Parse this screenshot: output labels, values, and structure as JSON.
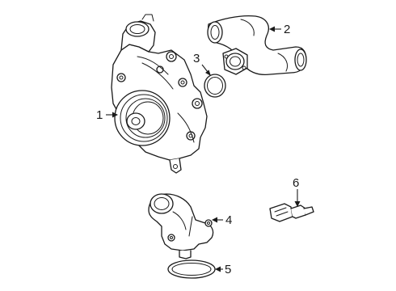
{
  "callouts": [
    {
      "id": "1",
      "label": "1",
      "part": "water-pump"
    },
    {
      "id": "2",
      "label": "2",
      "part": "coolant-hose"
    },
    {
      "id": "3",
      "label": "3",
      "part": "hose-o-ring"
    },
    {
      "id": "4",
      "label": "4",
      "part": "thermostat-housing"
    },
    {
      "id": "5",
      "label": "5",
      "part": "housing-gasket"
    },
    {
      "id": "6",
      "label": "6",
      "part": "temperature-sensor"
    }
  ]
}
